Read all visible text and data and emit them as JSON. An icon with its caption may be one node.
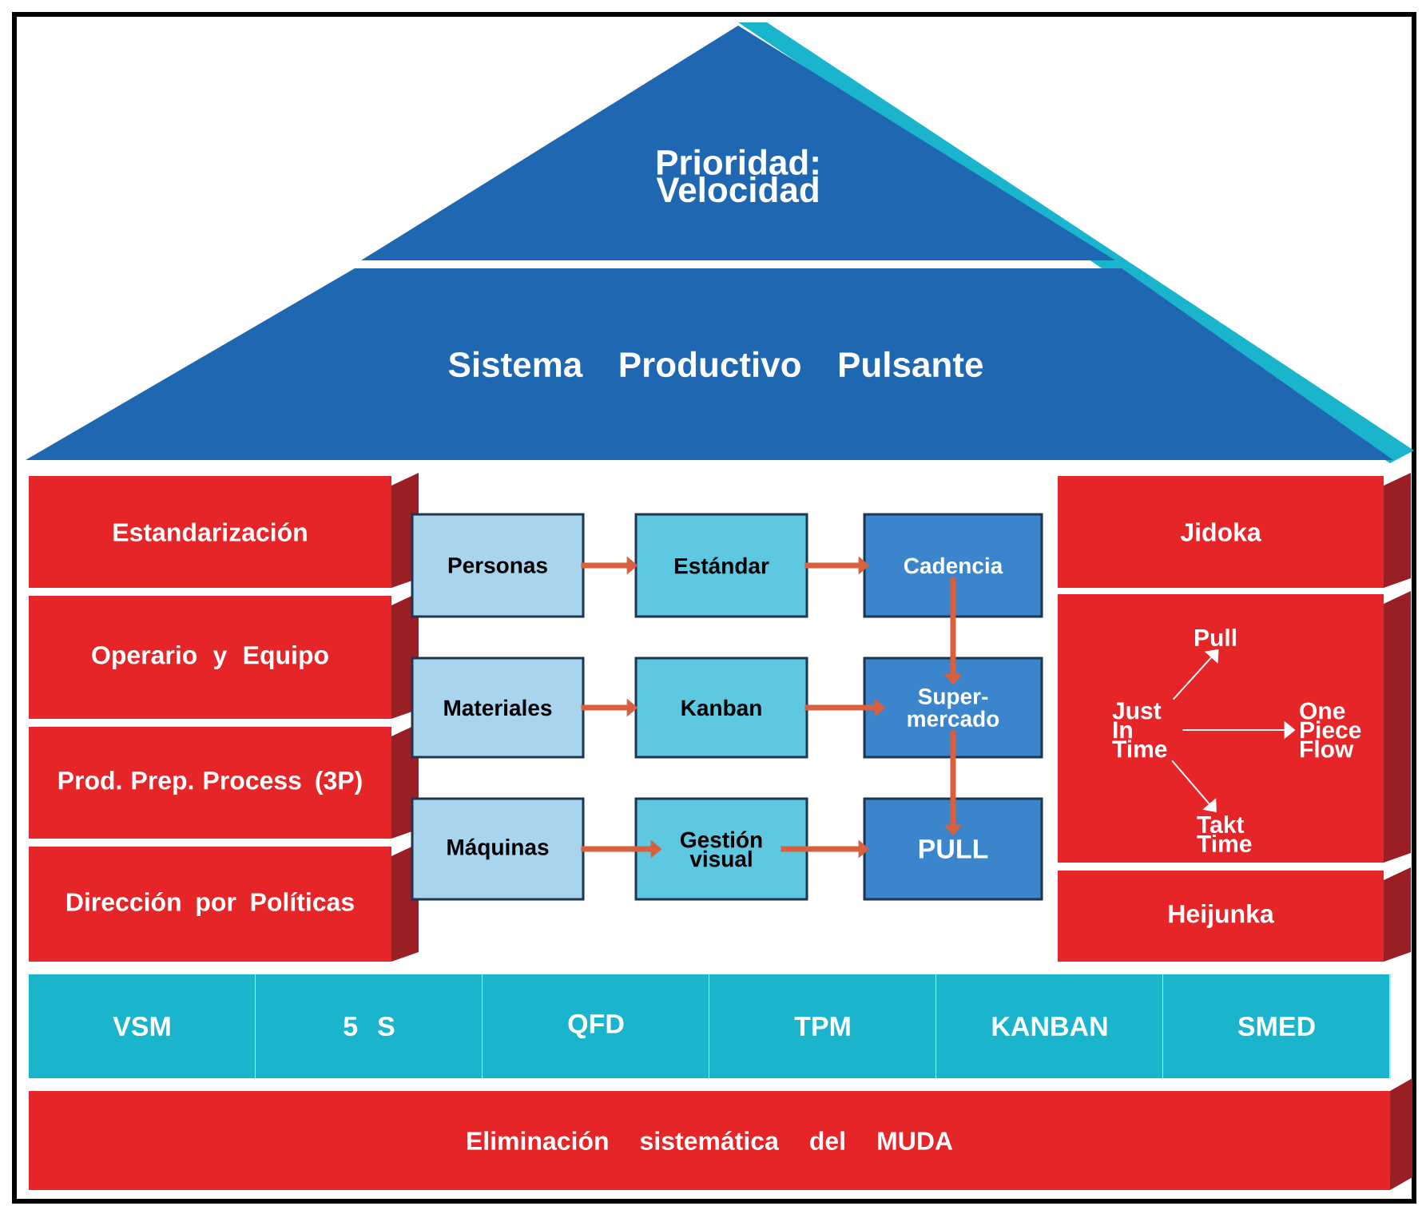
{
  "diagram": {
    "nodes": [
      {
        "text": [
          "Prioridad: Velocidad"
        ]
      },
      {
        "text": [
          "Sistema Productivo Pulsante"
        ]
      },
      {
        "text": [
          "Estandarización"
        ]
      },
      {
        "text": [
          "Operario y Equipo"
        ]
      },
      {
        "text": [
          "Prod. Prep. Process (3P)"
        ]
      },
      {
        "text": [
          "Dirección por Políticas"
        ]
      },
      {
        "text": [
          "Personas"
        ]
      },
      {
        "text": [
          "Estándar"
        ]
      },
      {
        "text": [
          "Cadencia"
        ]
      },
      {
        "text": [
          "Materiales"
        ]
      },
      {
        "text": [
          "Kanban"
        ]
      },
      {
        "text": [
          "Super-mercado"
        ]
      },
      {
        "text": [
          "Máquinas"
        ]
      },
      {
        "text": [
          "Gestión visual"
        ]
      },
      {
        "text": [
          "PULL"
        ]
      },
      {
        "text": [
          "Jidoka"
        ]
      },
      {
        "text": [],
        "shape": "box"
      },
      {
        "text": [
          "Just In Time"
        ],
        "in": 16
      },
      {
        "text": [
          "Pull"
        ],
        "in": 16
      },
      {
        "text": [
          "One Piece Flow"
        ],
        "in": 16
      },
      {
        "text": [
          "Takt Time"
        ],
        "in": 16
      },
      {
        "text": [
          "Heijunka"
        ]
      },
      {
        "text": [
          "VSM"
        ]
      },
      {
        "text": [
          "5 S"
        ]
      },
      {
        "text": [
          "QFD"
        ]
      },
      {
        "text": [
          "TPM"
        ]
      },
      {
        "text": [
          "KANBAN"
        ]
      },
      {
        "text": [
          "SMED"
        ]
      },
      {
        "text": [
          "Eliminación sistemática del MUDA"
        ]
      }
    ],
    "edges": [
      {
        "from": 6,
        "to": 7,
        "arrow": "to"
      },
      {
        "from": 7,
        "to": 8,
        "arrow": "to"
      },
      {
        "from": 9,
        "to": 10,
        "arrow": "to"
      },
      {
        "from": 10,
        "to": 11,
        "arrow": "to"
      },
      {
        "from": 12,
        "to": 13,
        "arrow": "to"
      },
      {
        "from": 13,
        "to": 14,
        "arrow": "to"
      },
      {
        "from": 8,
        "to": 11,
        "arrow": "to"
      },
      {
        "from": 11,
        "to": 14,
        "arrow": "to"
      },
      {
        "from": 17,
        "to": 18,
        "arrow": "to",
        "color": "#ffffff"
      },
      {
        "from": 17,
        "to": 19,
        "arrow": "to",
        "color": "#ffffff"
      },
      {
        "from": 17,
        "to": 20,
        "arrow": "to",
        "color": "#ffffff"
      }
    ]
  }
}
